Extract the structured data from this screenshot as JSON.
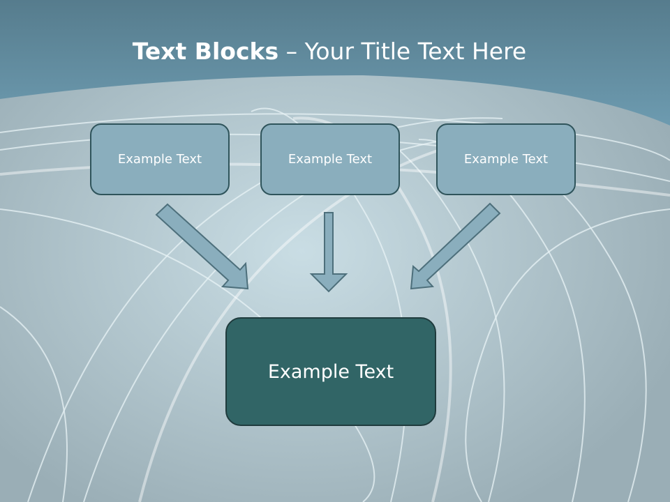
{
  "title": {
    "bold": "Text Blocks",
    "separator": " – ",
    "rest": "Your Title Text Here"
  },
  "boxes": {
    "top_left": "Example Text",
    "top_middle": "Example Text",
    "top_right": "Example Text",
    "center": "Example Text"
  },
  "colors": {
    "header_band": "#5f8ea1",
    "box_fill": "#8aaebd",
    "center_fill": "#316566"
  }
}
